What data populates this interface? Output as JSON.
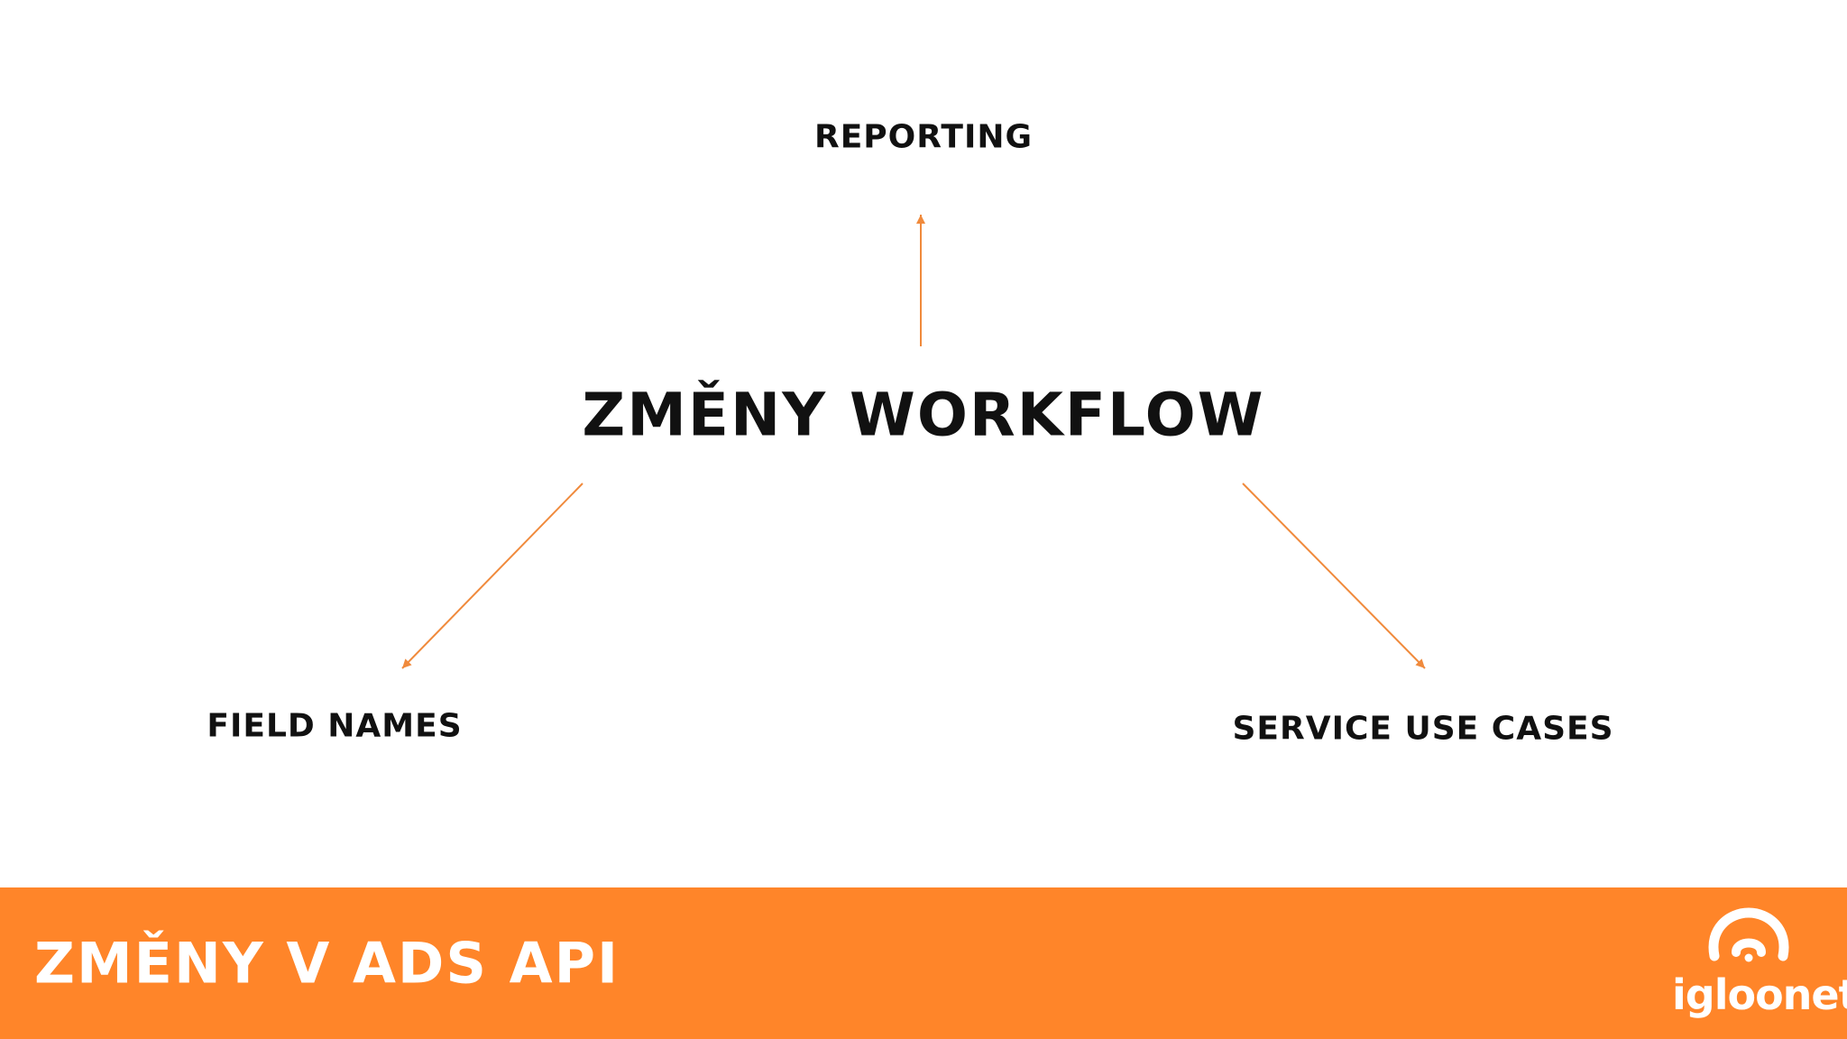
{
  "diagram": {
    "center": "ZMĚNY WORKFLOW",
    "top": "REPORTING",
    "left": "FIELD NAMES",
    "right": "SERVICE USE CASES",
    "arrow_color": "#F08A3C"
  },
  "footer": {
    "title": "ZMĚNY V ADS API",
    "background": "#FF8529",
    "logo_text": "igloonet",
    "logo_icon": "igloo-icon"
  }
}
